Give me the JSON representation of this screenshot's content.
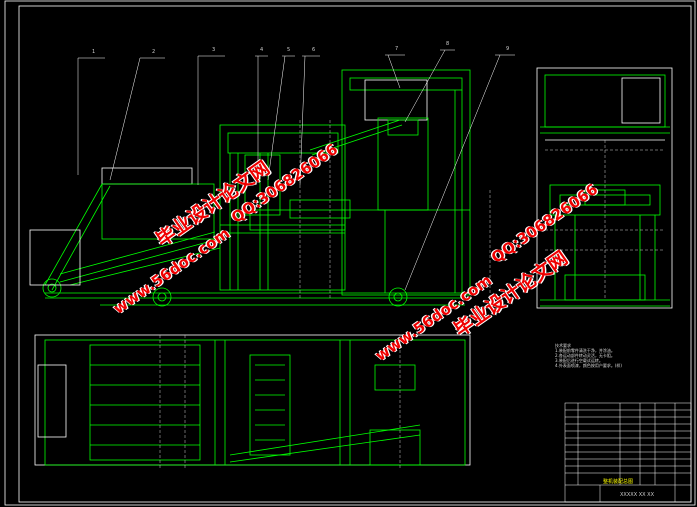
{
  "drawing": {
    "background": "#000000",
    "line_color": "#00ff00",
    "outline_color": "#ffffff",
    "hidden_color": "#cfcfcf",
    "accent_color": "#ffff00",
    "callouts": [
      "1",
      "2",
      "3",
      "4",
      "5",
      "6",
      "7",
      "8",
      "9"
    ],
    "notes_title": "技术要求",
    "notes": [
      "1.装配前零件清洗干净，并涂油。",
      "2.各运动部件转动灵活，无卡阻。",
      "3.装配后进行空载试运转。",
      "4.外表面喷漆，颜色按用户要求。(样)"
    ],
    "title_block": {
      "drawing_title": "整机装配总图",
      "sub_title": "XXXXX XX XX"
    }
  },
  "watermarks": {
    "site_cn": "毕业设计论文网",
    "site_url": "www.56doc.com",
    "qq": "QQ:306826066"
  }
}
